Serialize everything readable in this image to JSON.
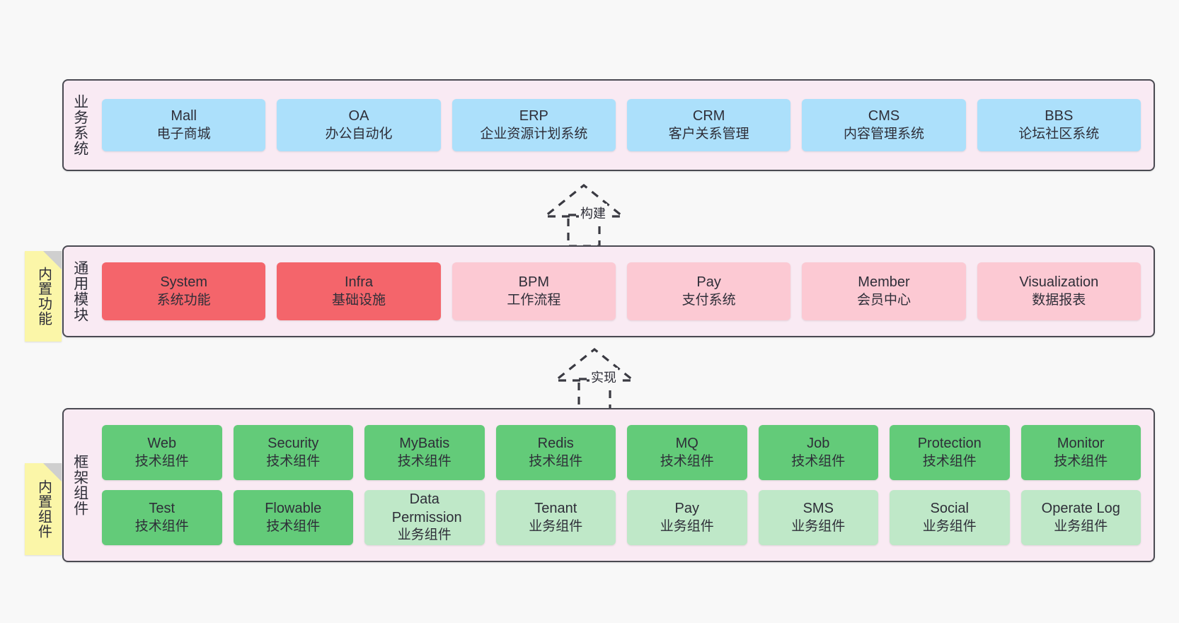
{
  "page": {
    "background": "#f8f8f8",
    "panel_bg": "#f9eaf3",
    "panel_border": "#4a4a52",
    "note_bg": "#fbf6a8",
    "note_fold": "#cfcfcf"
  },
  "layers": [
    {
      "id": "business-system",
      "title": "业务系统",
      "note": null,
      "rows": [
        {
          "cards": [
            {
              "name": "mall",
              "title": "Mall",
              "subtitle": "电子商城",
              "color": "#ace0fb"
            },
            {
              "name": "oa",
              "title": "OA",
              "subtitle": "办公自动化",
              "color": "#ace0fb"
            },
            {
              "name": "erp",
              "title": "ERP",
              "subtitle": "企业资源计划系统",
              "color": "#ace0fb"
            },
            {
              "name": "crm",
              "title": "CRM",
              "subtitle": "客户关系管理",
              "color": "#ace0fb"
            },
            {
              "name": "cms",
              "title": "CMS",
              "subtitle": "内容管理系统",
              "color": "#ace0fb"
            },
            {
              "name": "bbs",
              "title": "BBS",
              "subtitle": "论坛社区系统",
              "color": "#ace0fb"
            }
          ]
        }
      ]
    },
    {
      "id": "common-module",
      "title": "通用模块",
      "note": "内置功能",
      "rows": [
        {
          "cards": [
            {
              "name": "system",
              "title": "System",
              "subtitle": "系统功能",
              "color": "#f4656b"
            },
            {
              "name": "infra",
              "title": "Infra",
              "subtitle": "基础设施",
              "color": "#f4656b"
            },
            {
              "name": "bpm",
              "title": "BPM",
              "subtitle": "工作流程",
              "color": "#fcc9d3"
            },
            {
              "name": "pay",
              "title": "Pay",
              "subtitle": "支付系统",
              "color": "#fcc9d3"
            },
            {
              "name": "member",
              "title": "Member",
              "subtitle": "会员中心",
              "color": "#fcc9d3"
            },
            {
              "name": "visualization",
              "title": "Visualization",
              "subtitle": "数据报表",
              "color": "#fcc9d3"
            }
          ]
        }
      ]
    },
    {
      "id": "framework-component",
      "title": "框架组件",
      "note": "内置组件",
      "rows": [
        {
          "cards": [
            {
              "name": "web",
              "title": "Web",
              "subtitle": "技术组件",
              "color": "#63cb79"
            },
            {
              "name": "security",
              "title": "Security",
              "subtitle": "技术组件",
              "color": "#63cb79"
            },
            {
              "name": "mybatis",
              "title": "MyBatis",
              "subtitle": "技术组件",
              "color": "#63cb79"
            },
            {
              "name": "redis",
              "title": "Redis",
              "subtitle": "技术组件",
              "color": "#63cb79"
            },
            {
              "name": "mq",
              "title": "MQ",
              "subtitle": "技术组件",
              "color": "#63cb79"
            },
            {
              "name": "job",
              "title": "Job",
              "subtitle": "技术组件",
              "color": "#63cb79"
            },
            {
              "name": "protection",
              "title": "Protection",
              "subtitle": "技术组件",
              "color": "#63cb79"
            },
            {
              "name": "monitor",
              "title": "Monitor",
              "subtitle": "技术组件",
              "color": "#63cb79"
            }
          ]
        },
        {
          "cards": [
            {
              "name": "test",
              "title": "Test",
              "subtitle": "技术组件",
              "color": "#63cb79"
            },
            {
              "name": "flowable",
              "title": "Flowable",
              "subtitle": "技术组件",
              "color": "#63cb79"
            },
            {
              "name": "data-permission",
              "title": "Data Permission",
              "subtitle": "业务组件",
              "color": "#bfe8c8"
            },
            {
              "name": "tenant",
              "title": "Tenant",
              "subtitle": "业务组件",
              "color": "#bfe8c8"
            },
            {
              "name": "pay",
              "title": "Pay",
              "subtitle": "业务组件",
              "color": "#bfe8c8"
            },
            {
              "name": "sms",
              "title": "SMS",
              "subtitle": "业务组件",
              "color": "#bfe8c8"
            },
            {
              "name": "social",
              "title": "Social",
              "subtitle": "业务组件",
              "color": "#bfe8c8"
            },
            {
              "name": "operate-log",
              "title": "Operate Log",
              "subtitle": "业务组件",
              "color": "#bfe8c8"
            }
          ]
        }
      ]
    }
  ],
  "connectors": [
    {
      "id": "build",
      "label": "构建",
      "from": "common-module",
      "to": "business-system"
    },
    {
      "id": "implement",
      "label": "实现",
      "from": "framework-component",
      "to": "common-module"
    }
  ]
}
